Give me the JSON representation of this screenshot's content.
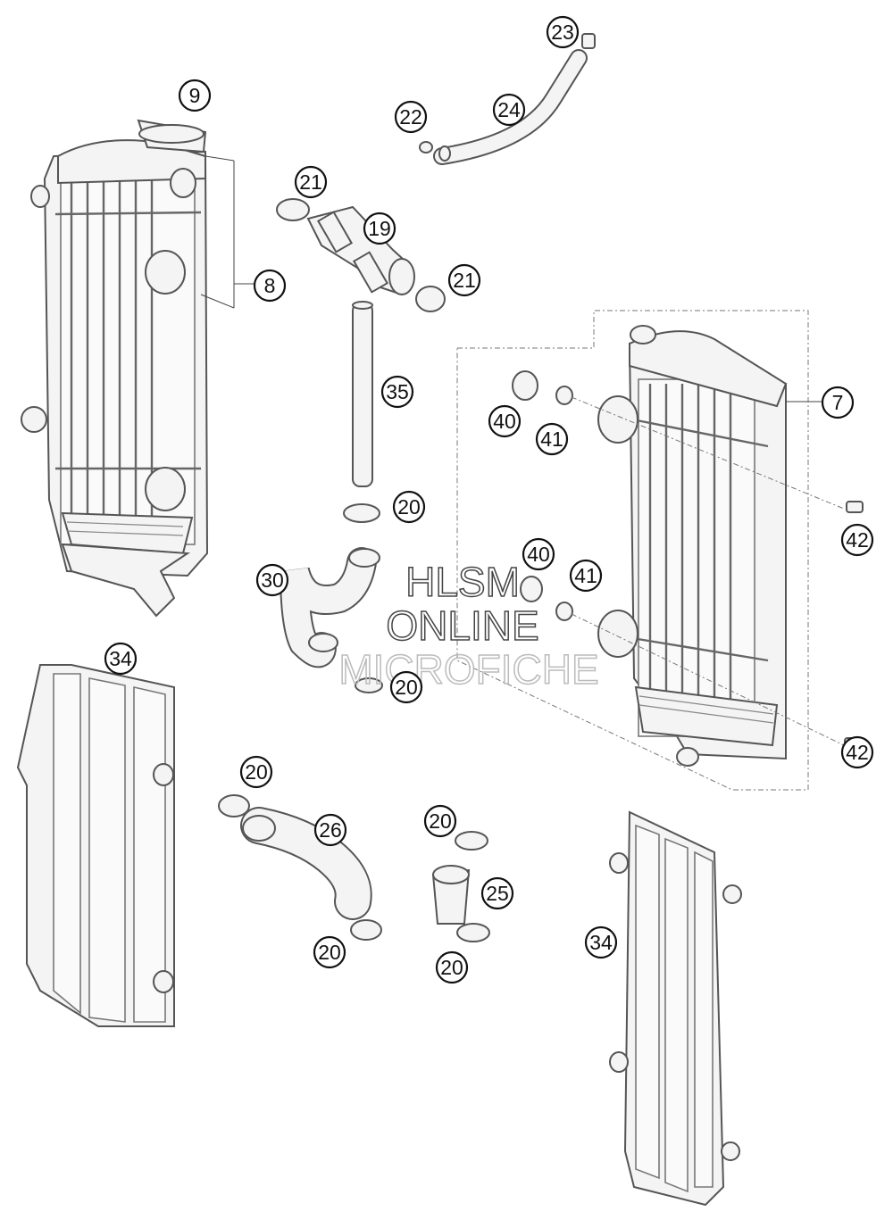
{
  "callouts": {
    "c23": "23",
    "c22": "22",
    "c24": "24",
    "c9": "9",
    "c21a": "21",
    "c19": "19",
    "c21b": "21",
    "c8": "8",
    "c35": "35",
    "c7": "7",
    "c40a": "40",
    "c41a": "41",
    "c20a": "20",
    "c42a": "42",
    "c40b": "40",
    "c41b": "41",
    "c30": "30",
    "c20b": "20",
    "c34a": "34",
    "c42b": "42",
    "c20c": "20",
    "c26": "26",
    "c20d": "20",
    "c25": "25",
    "c20e": "20",
    "c20f": "20",
    "c34b": "34"
  },
  "watermark": {
    "line1": "HLSM",
    "line2": "ONLINE",
    "line3": "MICROFICHE"
  }
}
